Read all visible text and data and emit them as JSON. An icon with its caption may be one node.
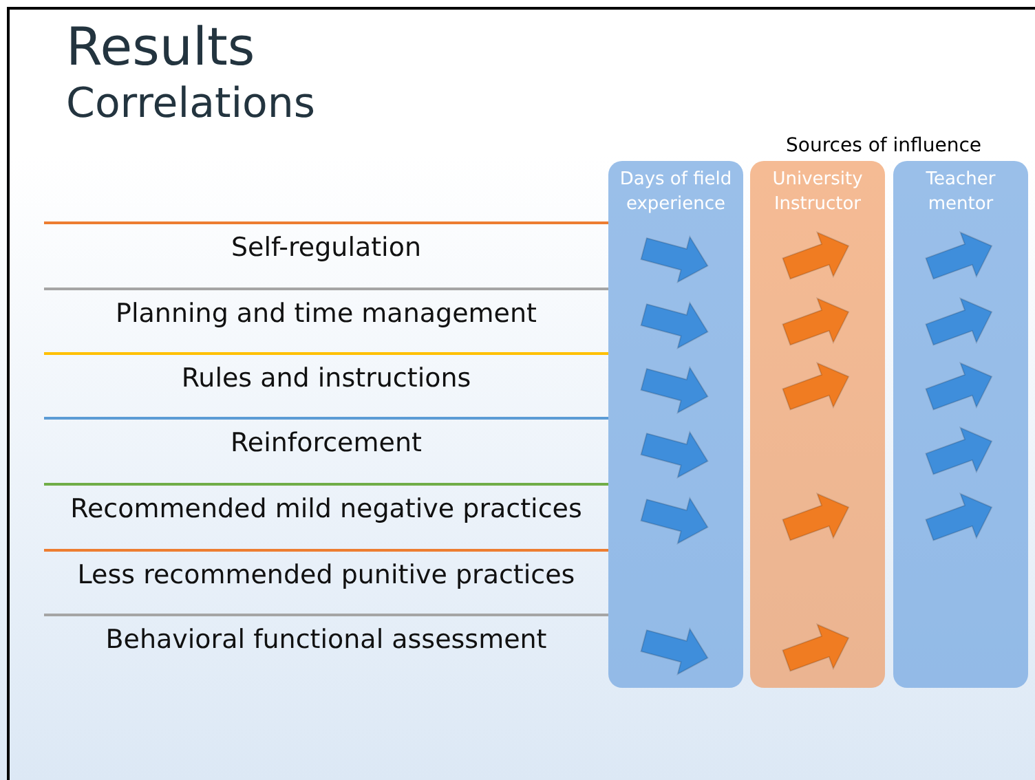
{
  "diagram": {
    "title": "Results",
    "nodes": [
      {
        "text": [
          "Days of field experience"
        ]
      },
      {
        "text": [
          "University Instructor"
        ]
      },
      {
        "text": [
          "Teacher mentor"
        ]
      },
      {
        "text": [],
        "shape": "arrow",
        "in": 0
      },
      {
        "text": [],
        "shape": "arrow",
        "in": 0
      },
      {
        "text": [],
        "shape": "arrow",
        "in": 0
      },
      {
        "text": [],
        "shape": "arrow",
        "in": 0
      },
      {
        "text": [],
        "shape": "arrow",
        "in": 0
      },
      {
        "text": [],
        "shape": "arrow",
        "in": 0
      },
      {
        "text": [],
        "shape": "arrow",
        "in": 1
      },
      {
        "text": [],
        "shape": "arrow",
        "in": 1
      },
      {
        "text": [],
        "shape": "arrow",
        "in": 1
      },
      {
        "text": [],
        "shape": "arrow",
        "in": 1
      },
      {
        "text": [],
        "shape": "arrow",
        "in": 1
      },
      {
        "text": [],
        "shape": "arrow",
        "in": 2
      },
      {
        "text": [],
        "shape": "arrow",
        "in": 2
      },
      {
        "text": [],
        "shape": "arrow",
        "in": 2
      },
      {
        "text": [],
        "shape": "arrow",
        "in": 2
      },
      {
        "text": [],
        "shape": "arrow",
        "in": 2
      }
    ],
    "labels": [
      "Correlations",
      "Sources of influence",
      "Self-regulation",
      "Planning and time management",
      "Rules and instructions",
      "Reinforcement",
      "Recommended mild negative practices",
      "Less recommended punitive practices",
      "Behavioral functional assessment"
    ]
  }
}
